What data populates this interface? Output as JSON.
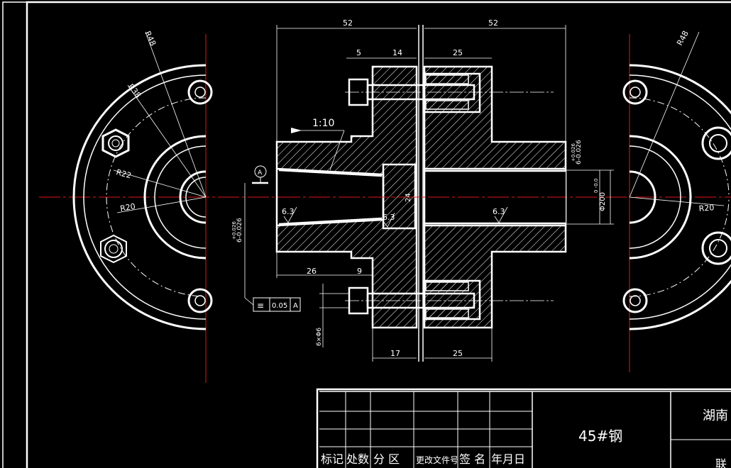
{
  "dimensions": {
    "top_left": "52",
    "top_right": "52",
    "d5": "5",
    "d14": "14",
    "d25_top": "25",
    "d26": "26",
    "d9": "9",
    "d17": "17",
    "d25_bottom": "25",
    "bore_24": "24",
    "dia_200": "Φ200",
    "dia_200_tol": "0\n-0.0",
    "key_left": "6-0.026",
    "key_left_tol": "+0.026",
    "key_right": "6-0.026",
    "key_right_tol": "+0.026",
    "hole_6x6": "6×Φ6",
    "r48_left": "R48",
    "r38_left": "R38",
    "r22_left": "R22",
    "r20_left": "R20",
    "r48_right": "R48",
    "r20_right": "R20"
  },
  "annotations": {
    "taper": "1:10",
    "datum": "A",
    "roughness_1": "6.3",
    "roughness_2": "6.3",
    "roughness_3": "6.3",
    "tolerance_symbol": "≡",
    "tolerance_value": "0.05",
    "tolerance_datum": "A"
  },
  "title_block": {
    "material": "45#钢",
    "company": "湖南",
    "header_cells": [
      "标记",
      "处数",
      "分 区",
      "更改文件号",
      "签 名",
      "年月日"
    ],
    "sub_title": "联"
  }
}
